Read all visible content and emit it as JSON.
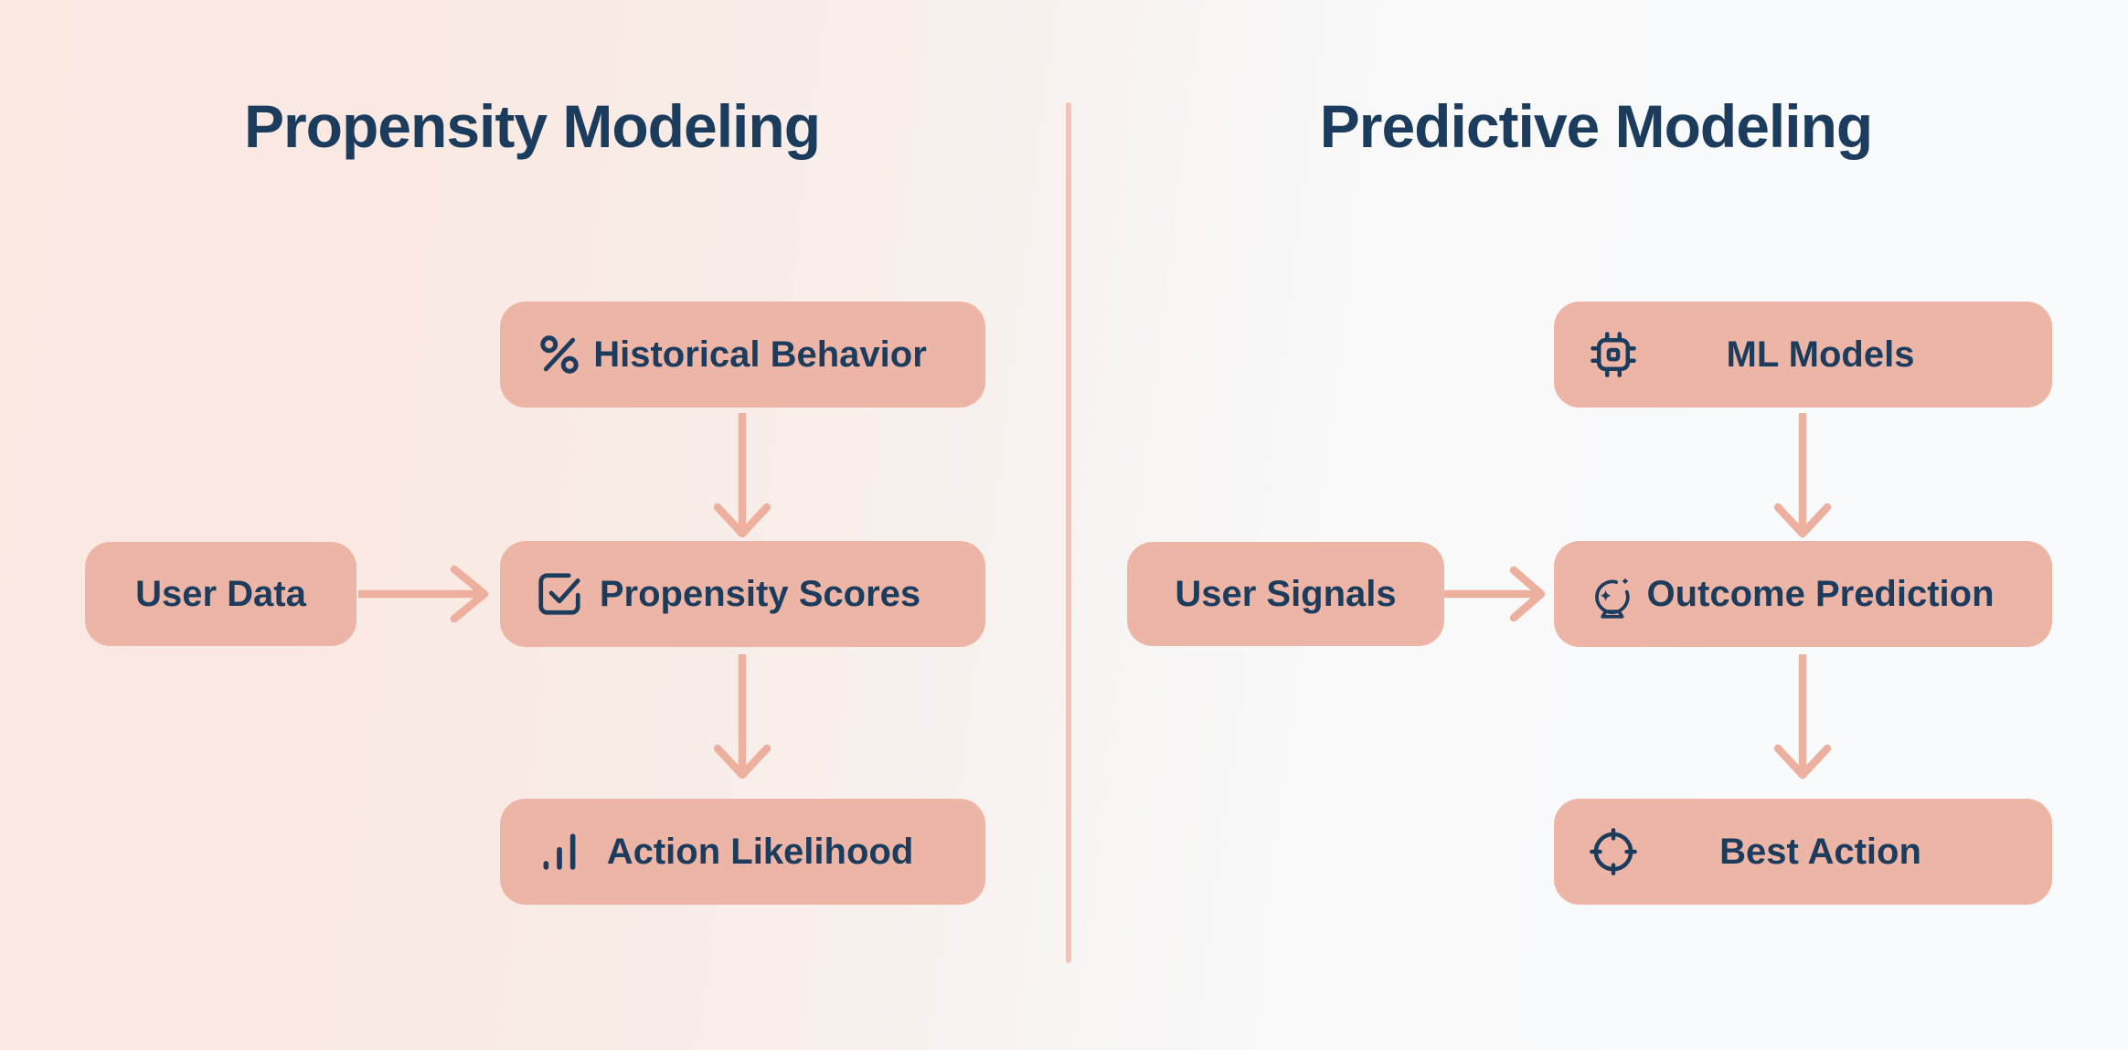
{
  "page": {
    "type": "comparison-diagram"
  },
  "colors": {
    "navy": "#1C3C5E",
    "node-fill": "#EDB5A5",
    "arrow": "#EEB09E",
    "divider": "#F2C3B6",
    "bg-left": "#FBE8E1",
    "bg-right": "#F8FAFC"
  },
  "panels": [
    {
      "title": "Propensity Modeling",
      "input": {
        "label": "User Data"
      },
      "nodes": [
        {
          "label": "Historical Behavior",
          "icon": "percent-icon"
        },
        {
          "label": "Propensity Scores",
          "icon": "checkbox-check-icon"
        },
        {
          "label": "Action Likelihood",
          "icon": "bar-chart-icon"
        }
      ]
    },
    {
      "title": "Predictive Modeling",
      "input": {
        "label": "User Signals"
      },
      "nodes": [
        {
          "label": "ML Models",
          "icon": "cpu-chip-icon"
        },
        {
          "label": "Outcome Prediction",
          "icon": "crystal-ball-icon"
        },
        {
          "label": "Best Action",
          "icon": "target-icon"
        }
      ]
    }
  ]
}
